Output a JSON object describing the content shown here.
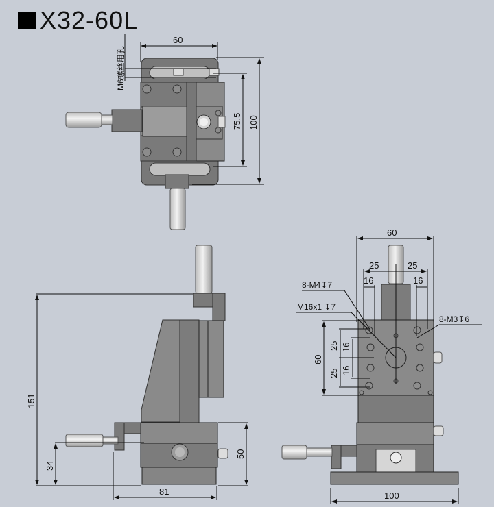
{
  "title": "X32-60L",
  "top_view": {
    "dims": {
      "width": "60",
      "height_total": "100",
      "height_inner": "75.5"
    },
    "note": "M6螺丝用孔"
  },
  "side_view": {
    "dims": {
      "height_total": "151",
      "micrometer_height": "34",
      "stage_height": "50",
      "depth": "81"
    }
  },
  "front_view": {
    "dims": {
      "width": "60",
      "half_a": "25",
      "half_b": "25",
      "inner_a": "16",
      "inner_b": "16",
      "vert_total": "60",
      "vert_a": "25",
      "vert_b": "25",
      "vert_c": "16",
      "vert_d": "16",
      "base_width": "100"
    },
    "notes": {
      "m4": "8-M4↧7",
      "m16": "M16x1 ↧7",
      "m3": "8-M3↧6"
    }
  },
  "colors": {
    "background": "#c8cdd6",
    "metal_dark": "#6e6e6e",
    "metal_mid": "#8a8a8a",
    "metal_light": "#a4a4a4",
    "micrometer": "#e6e6e6",
    "line": "#111111"
  }
}
